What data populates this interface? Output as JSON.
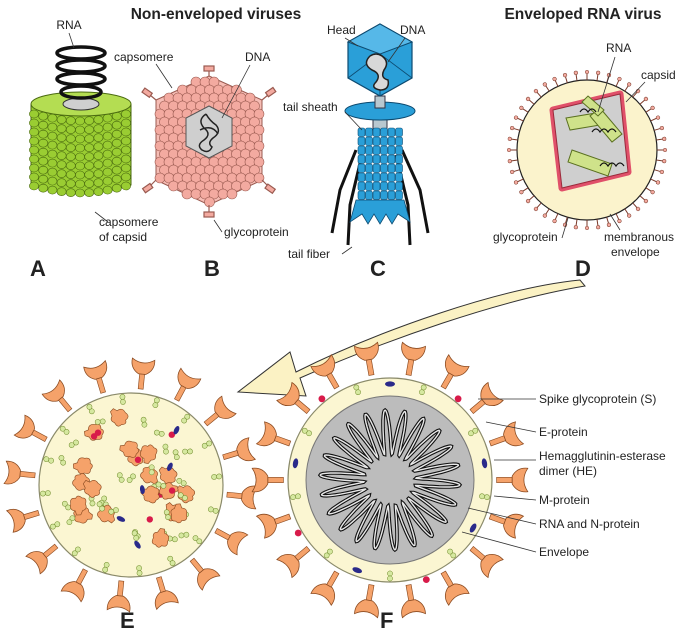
{
  "titles": {
    "non_enveloped": "Non-enveloped viruses",
    "enveloped": "Enveloped RNA virus"
  },
  "panels": {
    "a": "A",
    "b": "B",
    "c": "C",
    "d": "D",
    "e": "E",
    "f": "F"
  },
  "labels_a": {
    "rna": "RNA",
    "capsomere_1": "capsomere",
    "capsomere_2": "of capsid"
  },
  "labels_b": {
    "capsomere": "capsomere",
    "dna": "DNA",
    "glycoprotein": "glycoprotein"
  },
  "labels_c": {
    "head": "Head",
    "dna": "DNA",
    "tail_sheath": "tail sheath",
    "tail_fiber": "tail fiber"
  },
  "labels_d": {
    "rna": "RNA",
    "capsid": "capsid",
    "glycoprotein": "glycoprotein",
    "membranous_1": "membranous",
    "membranous_2": "envelope"
  },
  "legend_f": {
    "spike": "Spike glycoprotein (S)",
    "eprotein": "E-protein",
    "he_1": "Hemagglutinin-esterase",
    "he_2": "dimer (HE)",
    "mprotein": "M-protein",
    "rna_n": "RNA and N-protein",
    "envelope": "Envelope"
  },
  "colors": {
    "green": "#9acd32",
    "pink": "#f3aaa0",
    "blue": "#2a9fd8",
    "cream": "#fbf6d2",
    "orange": "#f5a26a",
    "red_membrane": "#e0506a",
    "navy": "#2a2a8a",
    "crimson": "#d81b4a",
    "grey": "#c8c8c8"
  }
}
